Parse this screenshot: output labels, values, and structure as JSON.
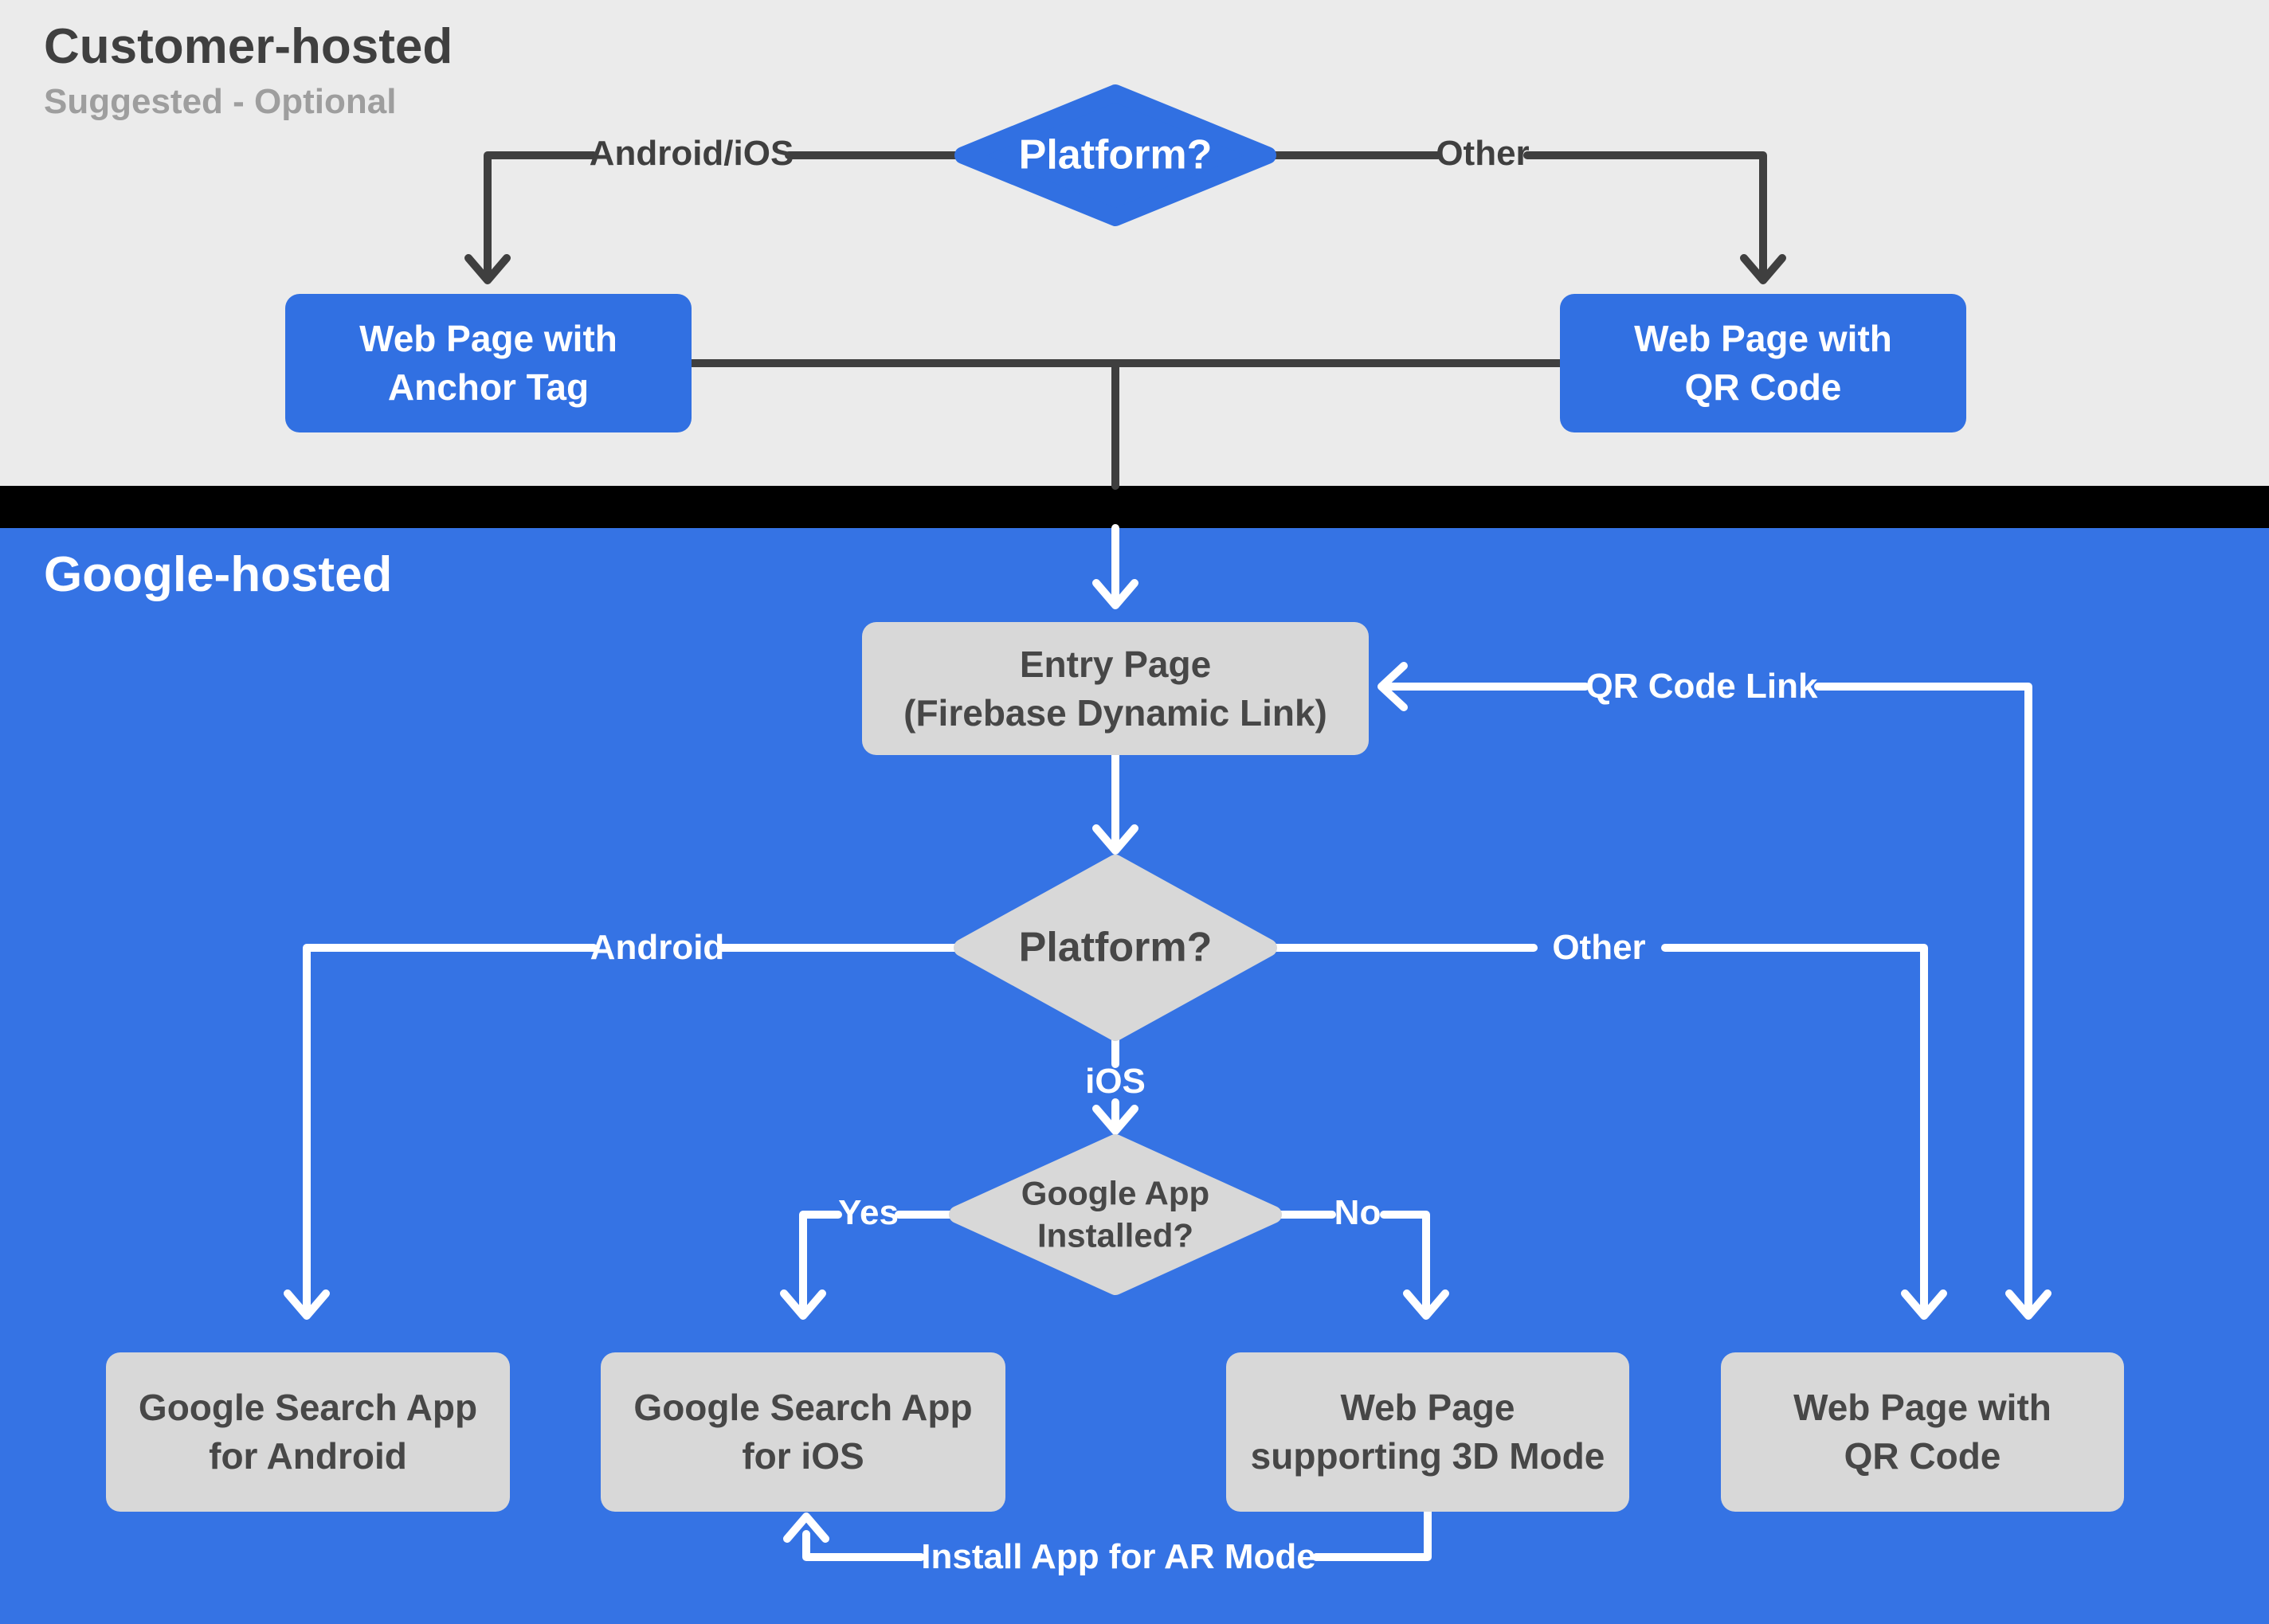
{
  "colors": {
    "customer_bg": "#ebebeb",
    "google_bg": "#3573e4",
    "node_blue": "#3170e2",
    "node_gray": "#d8d8d8",
    "divider": "#000000",
    "dark_line": "#3f3f3f",
    "white_line": "#ffffff",
    "dark_text": "#474747",
    "muted_text": "#9e9e9e"
  },
  "customer_section": {
    "title": "Customer-hosted",
    "subtitle": "Suggested - Optional",
    "platform_diamond": "Platform?",
    "branch_android_ios": "Android/iOS",
    "branch_other": "Other",
    "web_anchor_box": "Web Page with\nAnchor Tag",
    "web_qr_box": "Web Page with\nQR Code"
  },
  "google_section": {
    "title": "Google-hosted",
    "entry_box": "Entry Page\n(Firebase Dynamic Link)",
    "qr_code_link_label": "QR Code Link",
    "platform_diamond": "Platform?",
    "branch_android": "Android",
    "branch_other": "Other",
    "branch_ios": "iOS",
    "app_installed_diamond": "Google App\nInstalled?",
    "branch_yes": "Yes",
    "branch_no": "No",
    "search_app_android_box": "Google Search App\nfor Android",
    "search_app_ios_box": "Google Search App\nfor iOS",
    "web_3d_box": "Web Page\nsupporting 3D Mode",
    "web_qr_box": "Web Page with\nQR Code",
    "install_ar_label": "Install App for AR Mode"
  }
}
